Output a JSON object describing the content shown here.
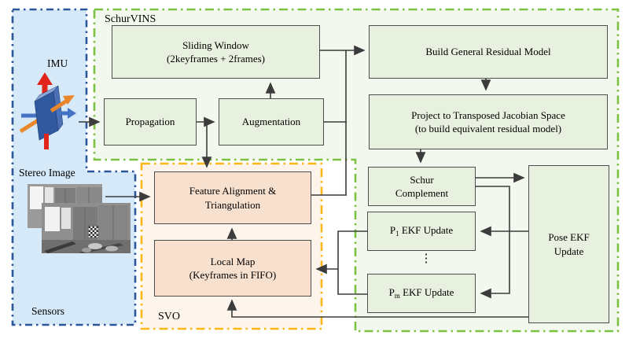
{
  "regions": {
    "sensors": {
      "label": "Sensors",
      "imu_label": "IMU",
      "stereo_label": "Stereo Image",
      "border_color": "#2B579A",
      "fill": "#D6E9F8"
    },
    "schurvins": {
      "label": "SchurVINS",
      "border_color": "#7CC242",
      "fill": "#F2F8EE"
    },
    "svo": {
      "label": "SVO",
      "border_color": "#FBB715",
      "fill": "#FDF5EC"
    }
  },
  "boxes": {
    "sliding_window": {
      "label": "Sliding Window\n(2keyframes + 2frames)"
    },
    "propagation": {
      "label": "Propagation"
    },
    "augmentation": {
      "label": "Augmentation"
    },
    "build_residual": {
      "label": "Build General Residual Model"
    },
    "project_jacobian": {
      "label": "Project to Transposed Jacobian Space\n(to build equivalent residual model)"
    },
    "schur_complement": {
      "label": "Schur\nComplement"
    },
    "p1_ekf": {
      "prefix": "P",
      "sub": "1",
      "suffix": " EKF Update"
    },
    "ellipsis": "⋮",
    "pm_ekf": {
      "prefix": "P",
      "sub": "m",
      "suffix": " EKF Update"
    },
    "pose_ekf": {
      "label": "Pose EKF\nUpdate"
    },
    "feature_alignment": {
      "label": "Feature Alignment &\nTriangulation"
    },
    "local_map": {
      "label": "Local Map\n(Keyframes in FIFO)"
    }
  },
  "colors": {
    "process_box_fill": "#E8F1DF",
    "svo_box_fill": "#F8E0CE",
    "box_border": "#4D4D4D",
    "arrow": "#3C3C3C"
  }
}
